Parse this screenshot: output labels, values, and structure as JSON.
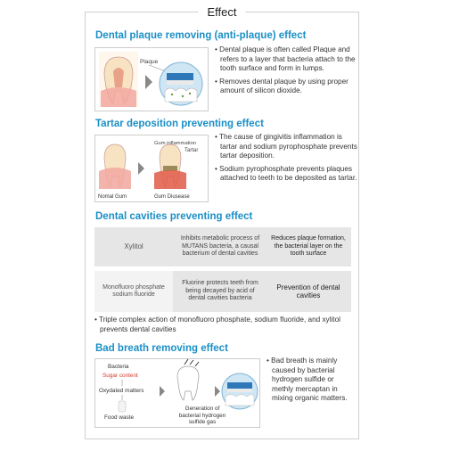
{
  "title": "Effect",
  "sections": {
    "plaque": {
      "heading": "Dental plaque removing (anti-plaque) effect",
      "label": "Plaque",
      "bullets": [
        "Dental plaque is often called Plaque and refers to a layer that bacteria attach to the tooth surface and form in lumps.",
        "Removes dental plaque by using proper amount of silicon dioxide."
      ]
    },
    "tartar": {
      "heading": "Tartar deposition preventing effect",
      "gum_inflammation": "Gum inflammation",
      "tartar_label": "Tartar",
      "normal_gum": "Nomal Gum",
      "gum_disease": "Gum Diusease",
      "bullets": [
        "The cause of gingivitis inflammation is tartar and sodium pyrophosphate prevents tartar deposition.",
        "Sodium pyrophosphate prevents plaques attached to teeth to be deposited as tartar."
      ]
    },
    "cavities": {
      "heading": "Dental cavities preventing effect",
      "rows": [
        {
          "ingredient": "Xylitol",
          "action": "Inhibits metabolic process of MUTANS bacteria, a causal bacterium of dental cavities",
          "result": "Reduces plaque formation, the bacterial layer on the tooth surface"
        },
        {
          "ingredient": "Monofluoro phosphate sodium fluoride",
          "action": "Fluorine protects teeth from being decayed by acid of dental cavities bacteria",
          "result": "Prevention of dental cavities"
        }
      ],
      "note": "Triple complex action of monofluoro phosphate, sodium fluoride, and xylitol prevents dental cavities"
    },
    "breath": {
      "heading": "Bad breath removing effect",
      "bacteria": "Bacteria",
      "sugar": "Sugar content",
      "oxydated": "Oxydated matters",
      "food": "Food waste",
      "generation": "Generation of bacterial hydrogen sulfide gas",
      "bullets": [
        "Bad breath is mainly caused by bacterial hydrogen sulfide or methly mercaptan in mixing organic matters."
      ]
    }
  },
  "colors": {
    "accent": "#1a8fc6",
    "sugar": "#d43b2b",
    "table_bg": "#e6e6e6"
  }
}
